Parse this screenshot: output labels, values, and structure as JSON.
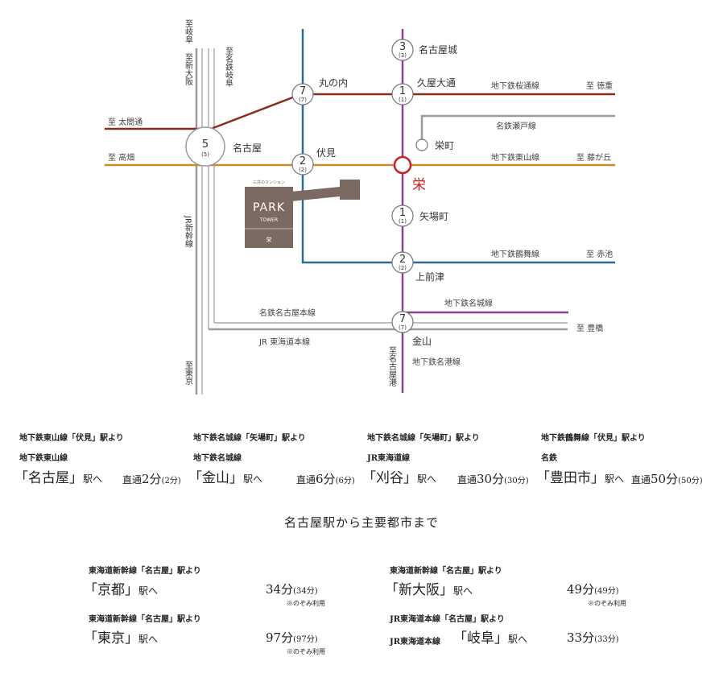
{
  "map": {
    "direction_labels": {
      "gifu": "至岐阜",
      "shin_osaka": "至新大阪",
      "meitetsu_gifu": "至名鉄岐阜",
      "taikodori": "至 太閤通",
      "takabata": "至 高畑",
      "tokushige": "至 徳重",
      "fujigaoka": "至 藤が丘",
      "akaike": "至 赤池",
      "toyohashi": "至 豊橋",
      "tokyo": "至東京",
      "nagoyako": "至名古屋港"
    },
    "line_labels": {
      "sakuradori": "地下鉄桜通線",
      "seto": "名鉄瀬戸線",
      "higashiyama": "地下鉄東山線",
      "tsurumai": "地下鉄鶴舞線",
      "meijo": "地下鉄名城線",
      "meitetsu_nagoya": "名鉄名古屋本線",
      "jr_tokaido": "JR 東海道本線",
      "meiko": "地下鉄名港線",
      "jr_shinkansen": "JR新幹線"
    },
    "stations": {
      "nagoya": {
        "name": "名古屋",
        "num": "5",
        "sub": "(5)"
      },
      "marunouchi": {
        "name": "丸の内",
        "num": "7",
        "sub": "(7)"
      },
      "fushimi": {
        "name": "伏見",
        "num": "2",
        "sub": "(2)"
      },
      "nagoyajo": {
        "name": "名古屋城",
        "num": "3",
        "sub": "(3)"
      },
      "hisaya": {
        "name": "久屋大通",
        "num": "1",
        "sub": "(1)"
      },
      "sakaemachi": {
        "name": "栄町"
      },
      "sakae": {
        "name": "栄"
      },
      "yabacho": {
        "name": "矢場町",
        "num": "1",
        "sub": "(1)"
      },
      "kamimaezu": {
        "name": "上前津",
        "num": "2",
        "sub": "(2)"
      },
      "kanayama": {
        "name": "金山",
        "num": "7",
        "sub": "(7)"
      }
    },
    "property": {
      "caption": "三井のマンション",
      "name": "PARK",
      "sub": "TOWER",
      "area": "栄"
    },
    "colors": {
      "sakuradori": "#8b2a1e",
      "higashiyama": "#cf8a2c",
      "tsurumai": "#2f6b8e",
      "meijo": "#8e3f94",
      "gray": "#9a9a9a",
      "sakae": "#cc1f1f",
      "property": "#7a6a62"
    }
  },
  "routes": [
    {
      "from": "地下鉄東山線「伏見」駅より",
      "line": "地下鉄東山線",
      "dest": "「名古屋」",
      "suffix": "駅へ",
      "prefix": "直通",
      "time": "2分",
      "alt": "(2分)"
    },
    {
      "from": "地下鉄名城線「矢場町」駅より",
      "line": "地下鉄名城線",
      "dest": "「金山」",
      "suffix": "駅へ",
      "prefix": "直通",
      "time": "6分",
      "alt": "(6分)"
    },
    {
      "from": "地下鉄名城線「矢場町」駅より",
      "line": "JR東海道線",
      "dest": "「刈谷」",
      "suffix": "駅へ",
      "prefix": "直通",
      "time": "30分",
      "alt": "(30分)"
    },
    {
      "from": "地下鉄鶴舞線「伏見」駅より",
      "line": "名鉄",
      "dest": "「豊田市」",
      "suffix": "駅へ",
      "prefix": "直通",
      "time": "50分",
      "alt": "(50分)"
    }
  ],
  "cities_title": "名古屋駅から主要都市まで",
  "cities": [
    {
      "from": "東海道新幹線「名古屋」駅より",
      "dest": "「京都」",
      "suffix": "駅へ",
      "time": "34分",
      "alt": "(34分)",
      "note": "※のぞみ利用"
    },
    {
      "from": "東海道新幹線「名古屋」駅より",
      "dest": "「新大阪」",
      "suffix": "駅へ",
      "time": "49分",
      "alt": "(49分)",
      "note": "※のぞみ利用"
    },
    {
      "from": "東海道新幹線「名古屋」駅より",
      "dest": "「東京」",
      "suffix": "駅へ",
      "time": "97分",
      "alt": "(97分)",
      "note": "※のぞみ利用"
    },
    {
      "from": "JR東海道本線「名古屋」駅より",
      "line": "JR東海道本線",
      "dest": "「岐阜」",
      "suffix": "駅へ",
      "time": "33分",
      "alt": "(33分)",
      "note": ""
    }
  ]
}
